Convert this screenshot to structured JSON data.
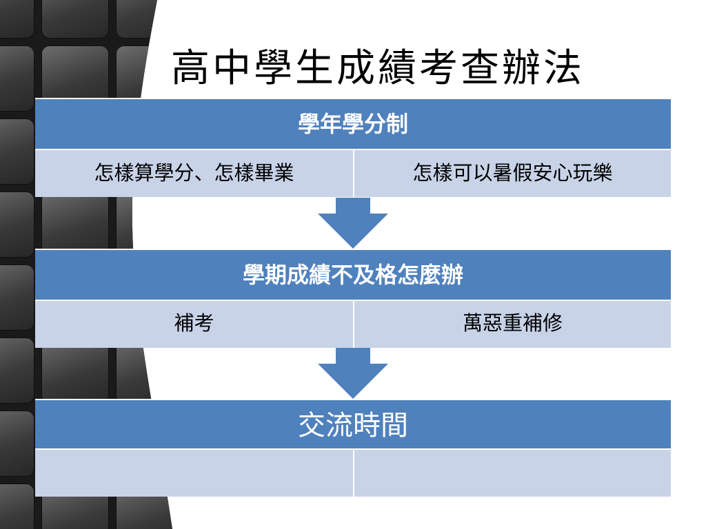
{
  "title": "高中學生成績考查辦法",
  "stages": [
    {
      "header": "學年學分制",
      "cells": [
        "怎樣算學分、怎樣畢業",
        "怎樣可以暑假安心玩樂"
      ]
    },
    {
      "header": "學期成績不及格怎麼辦",
      "cells": [
        "補考",
        "萬惡重補修"
      ]
    },
    {
      "header": "交流時間",
      "cells": [
        "",
        ""
      ]
    }
  ],
  "colors": {
    "header": "#4f81bd",
    "row": "#c8d3e8",
    "arrow": "#4f81bd"
  }
}
